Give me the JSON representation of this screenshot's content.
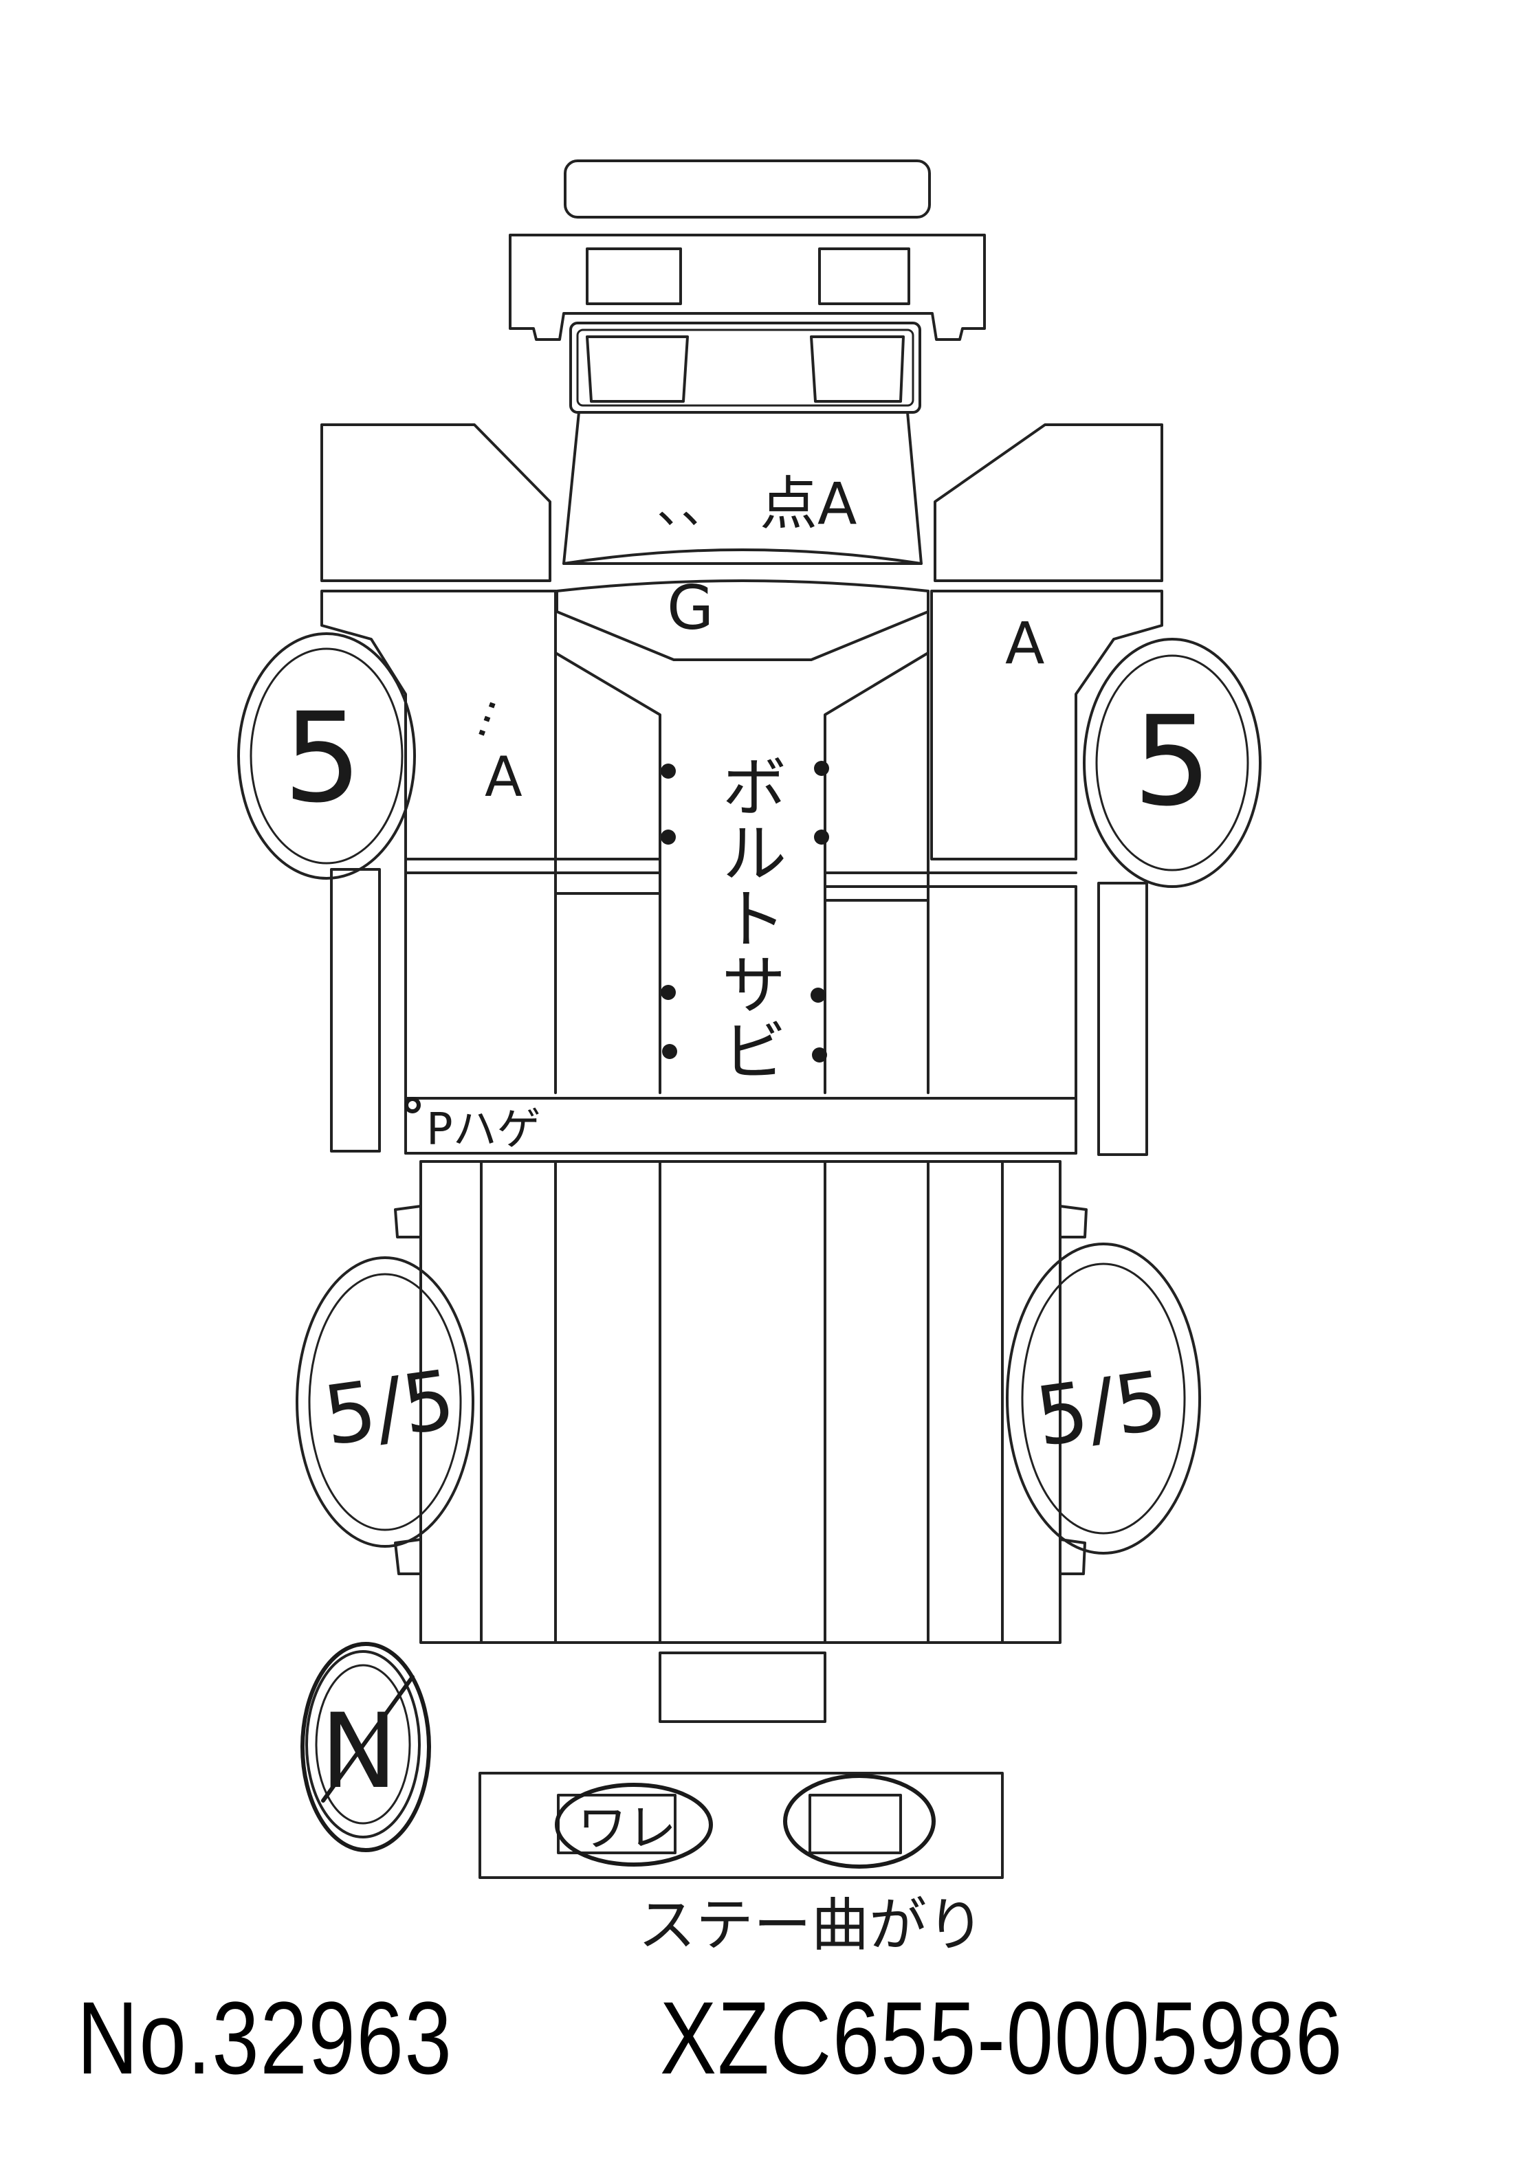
{
  "annotations": {
    "front_marks": "、、",
    "front_hood_label": "点A",
    "grille_label": "G",
    "right_fender_label": "A",
    "left_fender_marks": "…",
    "left_fender_label": "A",
    "center_note": "ボルトサビ",
    "side_note": "Pハゲ",
    "front_left_tire": "5",
    "front_right_tire": "5",
    "rear_left_tire": "5/5",
    "rear_right_tire": "5/5",
    "spare_tire": "N",
    "rear_bumper_label": "ワレ",
    "bottom_note": "ステー曲がり"
  },
  "footer": {
    "number": "No.32963",
    "chassis": "XZC655-0005986"
  }
}
